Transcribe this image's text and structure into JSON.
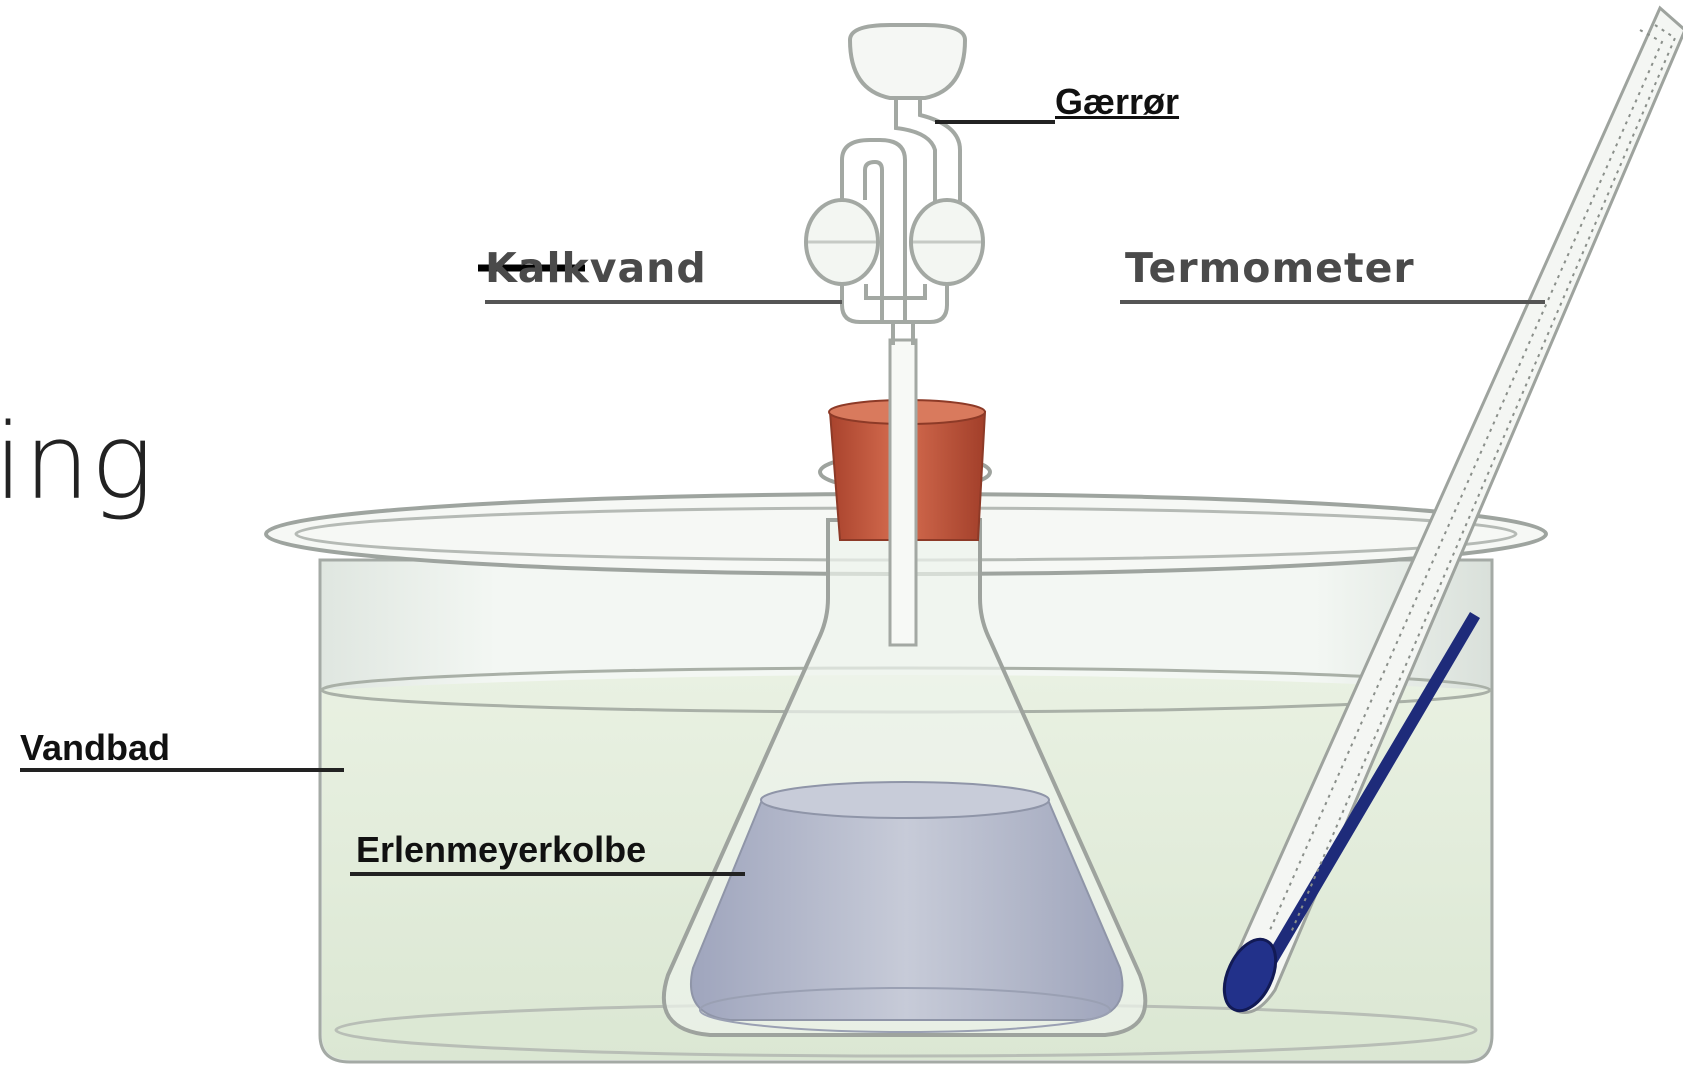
{
  "slide": {
    "title_fragment": "ing"
  },
  "labels": {
    "gaerroer": "Gærrør",
    "kalkvand": "Kalkvand",
    "termometer": "Termometer",
    "vandbad": "Vandbad",
    "erlenmeyerkolbe": "Erlenmeyerkolbe"
  },
  "colors": {
    "stopper": "#c4573c",
    "liquid": "#b3b8cc",
    "water": "#e6efe0",
    "thermometer_fluid": "#1e2b7a",
    "glass_outline": "#a8aca8"
  }
}
